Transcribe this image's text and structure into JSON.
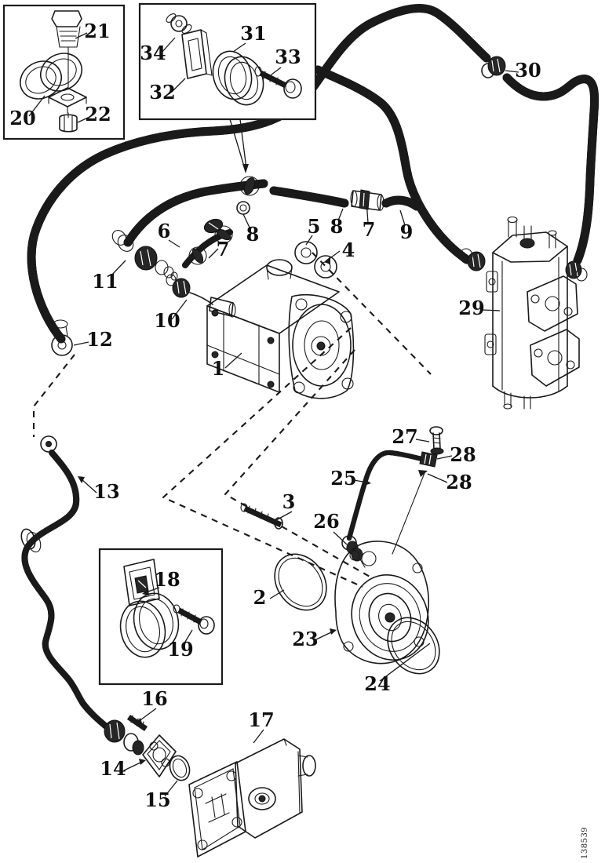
{
  "diagram": {
    "type": "exploded-parts-diagram",
    "corner_number": "138539",
    "colors": {
      "ink": "#1a1a1a",
      "paper": "#ffffff"
    },
    "labels": [
      "1",
      "2",
      "3",
      "4",
      "5",
      "6",
      "7",
      "7",
      "8",
      "8",
      "9",
      "10",
      "11",
      "12",
      "13",
      "16",
      "15",
      "17",
      "18",
      "19",
      "20",
      "21",
      "22",
      "23",
      "24",
      "25",
      "26",
      "27",
      "28",
      "28",
      "29",
      "30",
      "31",
      "32",
      "33",
      "34",
      "14"
    ]
  }
}
